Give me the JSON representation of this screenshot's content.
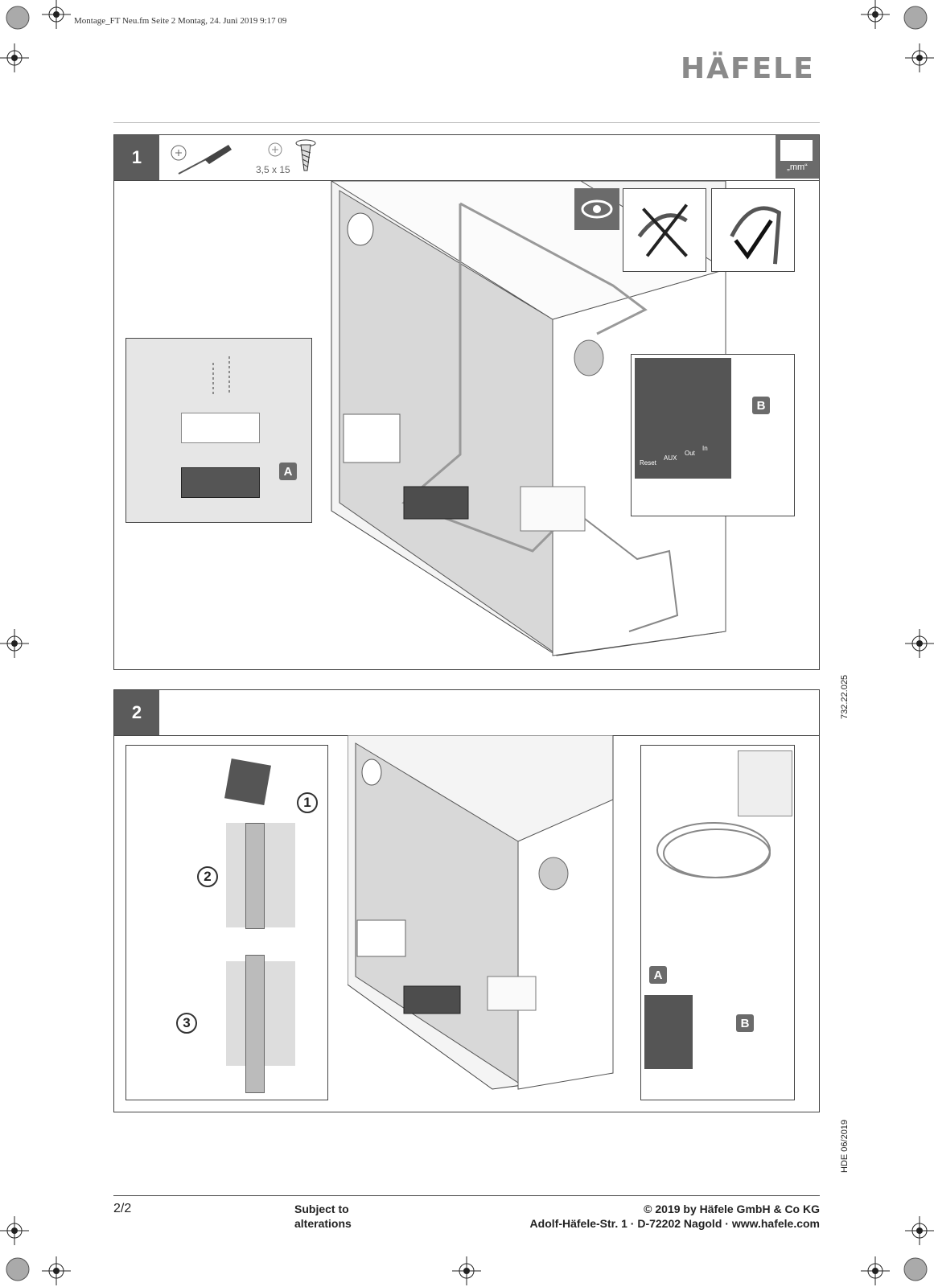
{
  "print_header": "Montage_FT Neu.fm  Seite 2  Montag, 24. Juni 2019  9:17 09",
  "brand": {
    "logo_text": "HÄFELE"
  },
  "step1": {
    "number": "1",
    "screw_spec": "3,5 x 15",
    "unit_label": "„mm“",
    "callout_a": "A",
    "callout_b": "B",
    "connector_labels": [
      "Reset",
      "AUX",
      "Out",
      "In"
    ]
  },
  "step2": {
    "number": "2",
    "sub_steps": [
      "1",
      "2",
      "3"
    ],
    "callout_a": "A",
    "callout_b": "B"
  },
  "side": {
    "article_no": "732.22.025",
    "doc_code": "HDE 06/2019"
  },
  "footer": {
    "page": "2/2",
    "subject_line1": "Subject to",
    "subject_line2": "alterations",
    "copyright": "© 2019 by Häfele GmbH & Co KG",
    "address": "Adolf-Häfele-Str. 1 · D-72202 Nagold · www.hafele.com"
  }
}
